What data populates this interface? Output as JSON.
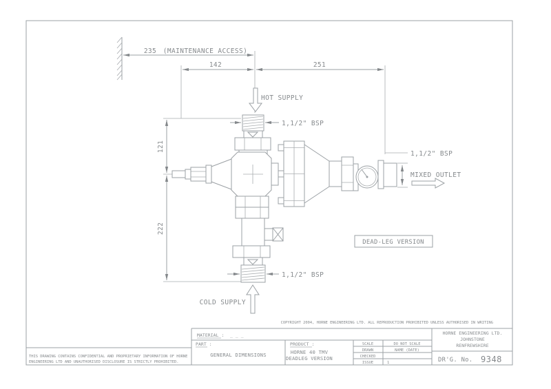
{
  "colors": {
    "line": "#9ba0a4",
    "text": "#85898c",
    "background": "#ffffff"
  },
  "drawing": {
    "dims": {
      "maintenance": "235",
      "maintenance_note": "(MAINTENANCE ACCESS)",
      "width_left": "142",
      "width_right": "251",
      "height_top": "121",
      "height_bottom": "222"
    },
    "labels": {
      "hot_supply": "HOT SUPPLY",
      "cold_supply": "COLD SUPPLY",
      "mixed_outlet": "MIXED OUTLET",
      "bsp_hot": "1,1/2\" BSP",
      "bsp_cold": "1,1/2\" BSP",
      "bsp_outlet": "1,1/2\" BSP",
      "version_tag": "DEAD-LEG VERSION"
    }
  },
  "title_block": {
    "copyright": "COPYRIGHT 2004, HORNE ENGINEERING LTD. ALL REPRODUCTION PROHIBITED UNLESS AUTHORISED IN WRITING",
    "material_label": "MATERIAL :",
    "material_value": "_ _ _",
    "part_label": "PART :",
    "part_value": "GENERAL DIMENSIONS",
    "product_label": "PRODUCT :",
    "product_line1": "HORNE 40 TMV",
    "product_line2": "DEADLEG VERSION",
    "scale_table": [
      {
        "label": "SCALE",
        "value": "DO NOT SCALE"
      },
      {
        "label": "DRAWN",
        "value": "NAME (DATE)"
      },
      {
        "label": "CHECKED",
        "value": ""
      },
      {
        "label": "ISSUE",
        "value": "1"
      }
    ],
    "company_line1": "HORNE ENGINEERING LTD.",
    "company_line2": "JOHNSTONE",
    "company_line3": "RENFREWSHIRE",
    "drg_label": "DR'G. No.",
    "drg_number": "9348"
  },
  "disclaimer": {
    "line1": "THIS DRAWING CONTAINS CONFIDENTIAL AND PROPRIETARY INFORMATION OF HORNE",
    "line2": "ENGINEERING LTD AND UNAUTHORISED DISCLOSURE IS STRICTLY PROHIBITED."
  }
}
